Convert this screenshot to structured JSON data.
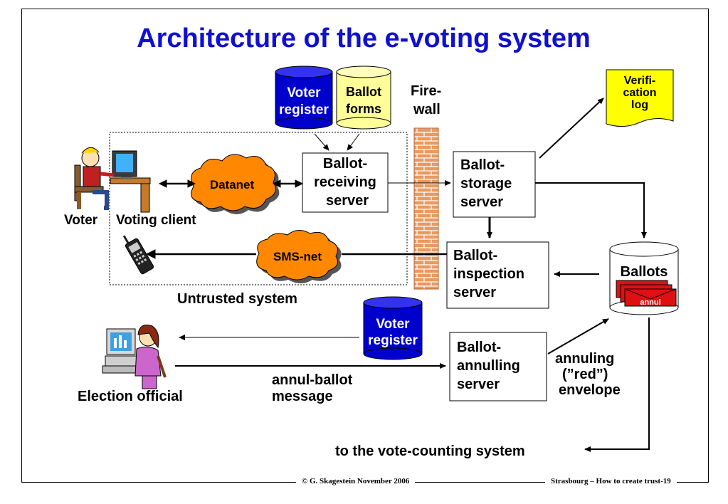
{
  "title": "Architecture of the e-voting system",
  "components": {
    "voter_register_top": [
      "Voter",
      "register"
    ],
    "ballot_forms": [
      "Ballot",
      "forms"
    ],
    "firewall": [
      "Fire-",
      "wall"
    ],
    "verification_log": [
      "Verifi-",
      "cation",
      "log"
    ],
    "datanet": "Datanet",
    "ballot_receiving_server": [
      "Ballot-",
      "receiving",
      "server"
    ],
    "ballot_storage_server": [
      "Ballot-",
      "storage",
      "server"
    ],
    "voter": "Voter",
    "voting_client": "Voting client",
    "sms_net": "SMS-net",
    "ballot_inspection_server": [
      "Ballot-",
      "inspection",
      "server"
    ],
    "ballots": "Ballots",
    "annul_tag": "annul",
    "untrusted_system": "Untrusted system",
    "voter_register_bottom": [
      "Voter",
      "register"
    ],
    "ballot_annulling_server": [
      "Ballot-",
      "annulling",
      "server"
    ],
    "annulling_envelope": [
      "annuling",
      "(”red”)",
      "envelope"
    ],
    "election_official": "Election official",
    "annul_ballot_message": [
      "annul-ballot",
      "message"
    ],
    "vote_counting": "to the vote-counting system"
  },
  "footer": {
    "left": "© G. Skagestein November 2006",
    "right": "Strasbourg – How to create trust-19"
  },
  "colors": {
    "title": "#1010d0",
    "cloud": "#ff8800",
    "voter_register": "#0000cc",
    "ballot_forms": "#ffff99",
    "verification_log": "#ffff00",
    "firewall": "#e08a50",
    "envelope": "#dd1111"
  }
}
